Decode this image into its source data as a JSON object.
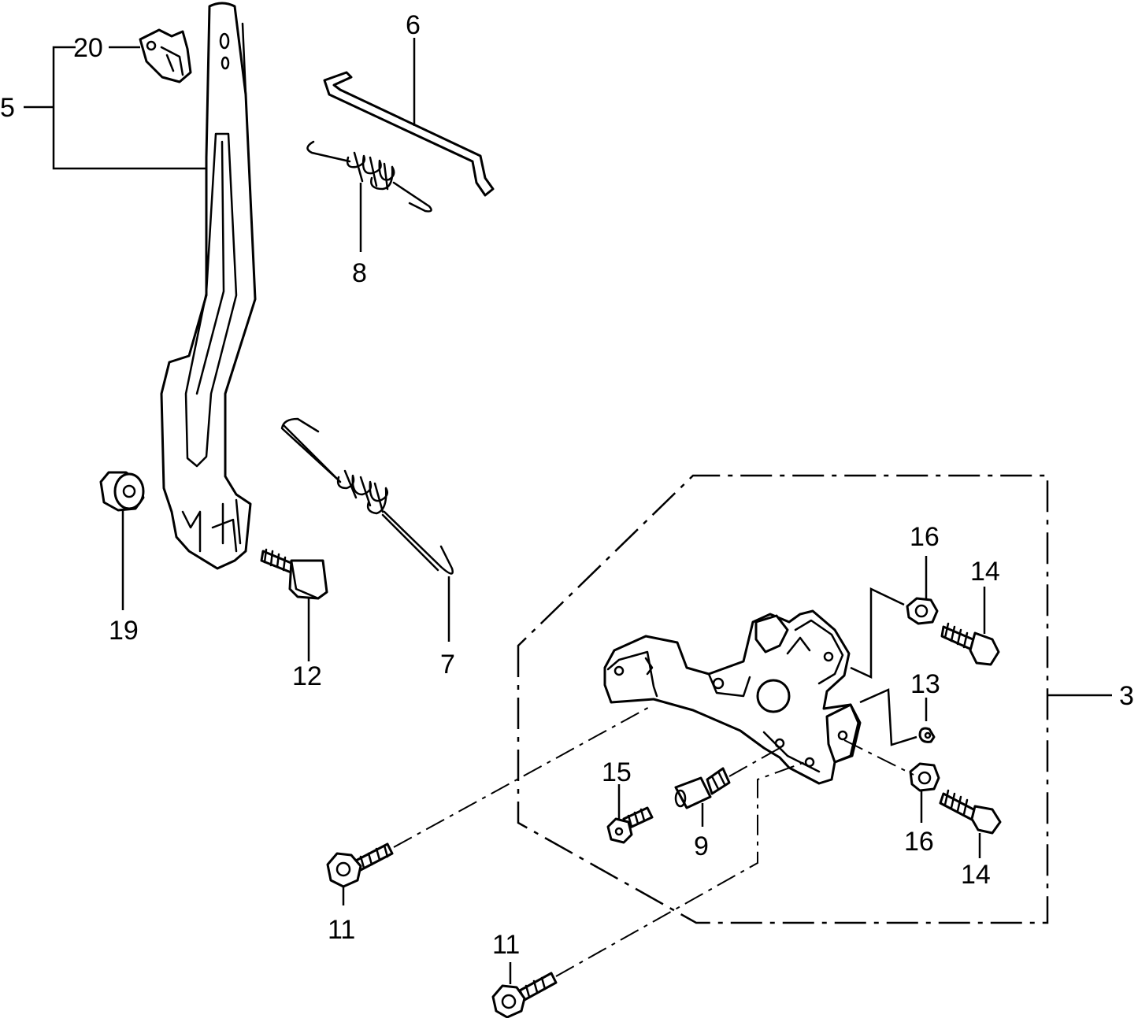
{
  "diagram": {
    "labels": {
      "p3": "3",
      "p5": "5",
      "p6": "6",
      "p7": "7",
      "p8": "8",
      "p9": "9",
      "p11a": "11",
      "p11b": "11",
      "p12": "12",
      "p13": "13",
      "p14a": "14",
      "p14b": "14",
      "p15": "15",
      "p16a": "16",
      "p16b": "16",
      "p19": "19",
      "p20": "20"
    }
  }
}
